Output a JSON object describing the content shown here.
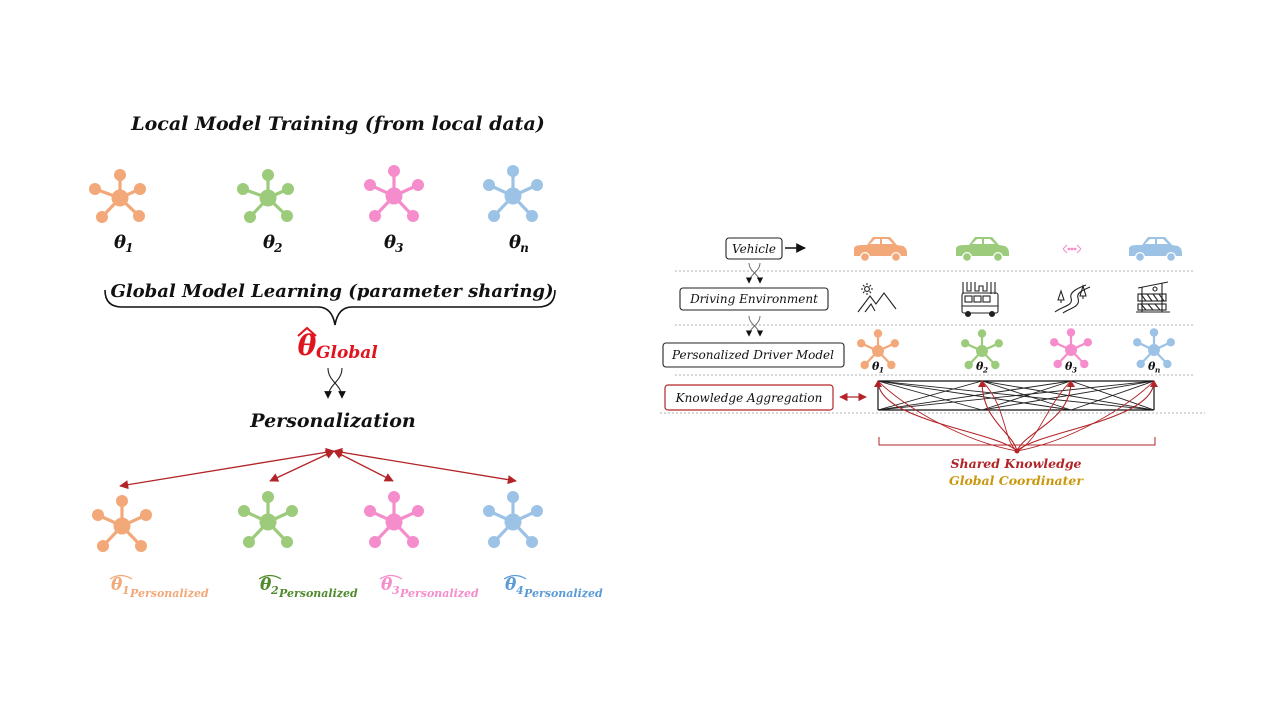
{
  "left": {
    "title": "Local Model Training (from local data)",
    "local_labels": [
      {
        "sym": "θ",
        "sub": "1"
      },
      {
        "sym": "θ",
        "sub": "2"
      },
      {
        "sym": "θ",
        "sub": "3"
      },
      {
        "sym": "θ",
        "sub": "n"
      }
    ],
    "global_learning": "Global Model Learning (parameter sharing)",
    "global_model": {
      "sym": "θ",
      "sub": "Global"
    },
    "personalization": "Personalization",
    "personalized_labels": [
      {
        "sym": "θ",
        "idx": "1",
        "sub": "Personalized"
      },
      {
        "sym": "θ",
        "idx": "2",
        "sub": "Personalized"
      },
      {
        "sym": "θ",
        "idx": "3",
        "sub": "Personalized"
      },
      {
        "sym": "θ",
        "idx": "4",
        "sub": "Personalized"
      }
    ]
  },
  "right": {
    "row_labels": {
      "vehicle": "Vehicle",
      "environment": "Driving Environment",
      "driver_model": "Personalized Driver Model",
      "aggregation": "Knowledge Aggregation"
    },
    "driver_labels": [
      {
        "sym": "θ",
        "sub": "1"
      },
      {
        "sym": "θ",
        "sub": "2"
      },
      {
        "sym": "θ",
        "sub": "3"
      },
      {
        "sym": "θ",
        "sub": "n"
      }
    ],
    "shared_knowledge": "Shared Knowledge",
    "global_coordinator": "Global Coordinater"
  },
  "colors": {
    "orange": "#F2A878",
    "green": "#9CCB7C",
    "pink": "#F58CCB",
    "blue": "#9CC2E6",
    "red": "#E0141E",
    "darkred": "#B22428",
    "gold": "#C9970E",
    "green_text": "#4F8A2C",
    "blue_text": "#5B9BD5"
  },
  "icons": {
    "nodes": "star-network-icon",
    "vehicle": "car-icon",
    "environments": [
      "mountain-sun-icon",
      "city-bus-icon",
      "winding-road-icon",
      "construction-icon"
    ]
  }
}
